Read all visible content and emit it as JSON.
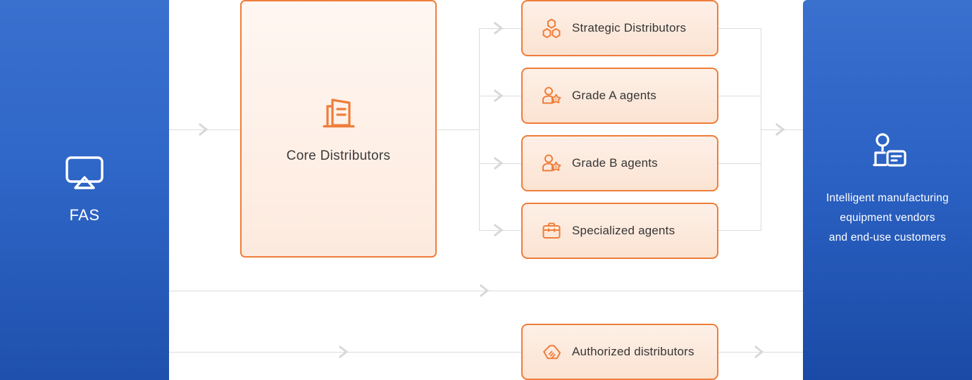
{
  "left_panel": {
    "icon": "airplay-icon",
    "label": "FAS"
  },
  "core": {
    "icon": "company-building-icon",
    "label": "Core Distributors"
  },
  "cards": [
    {
      "icon": "hexagon-cluster-icon",
      "label": "Strategic Distributors"
    },
    {
      "icon": "person-star-badge-a-icon",
      "label": "Grade A agents"
    },
    {
      "icon": "person-star-badge-b-icon",
      "label": "Grade B agents"
    },
    {
      "icon": "briefcase-icon",
      "label": "Specialized agents"
    }
  ],
  "bottom_card": {
    "icon": "handshake-icon",
    "label": "Authorized distributors"
  },
  "right_panel": {
    "icon": "person-id-card-icon",
    "line1": "Intelligent manufacturing",
    "line2": "equipment vendors",
    "line3": "and end-use customers"
  },
  "colors": {
    "accent_orange": "#ef7d3a",
    "panel_blue_top": "#3a70ce",
    "panel_blue_bottom": "#1a4aa6",
    "connector_gray": "#dcdcdc",
    "card_bg_top": "#fdf0e7",
    "card_bg_bottom": "#fce3d2"
  }
}
